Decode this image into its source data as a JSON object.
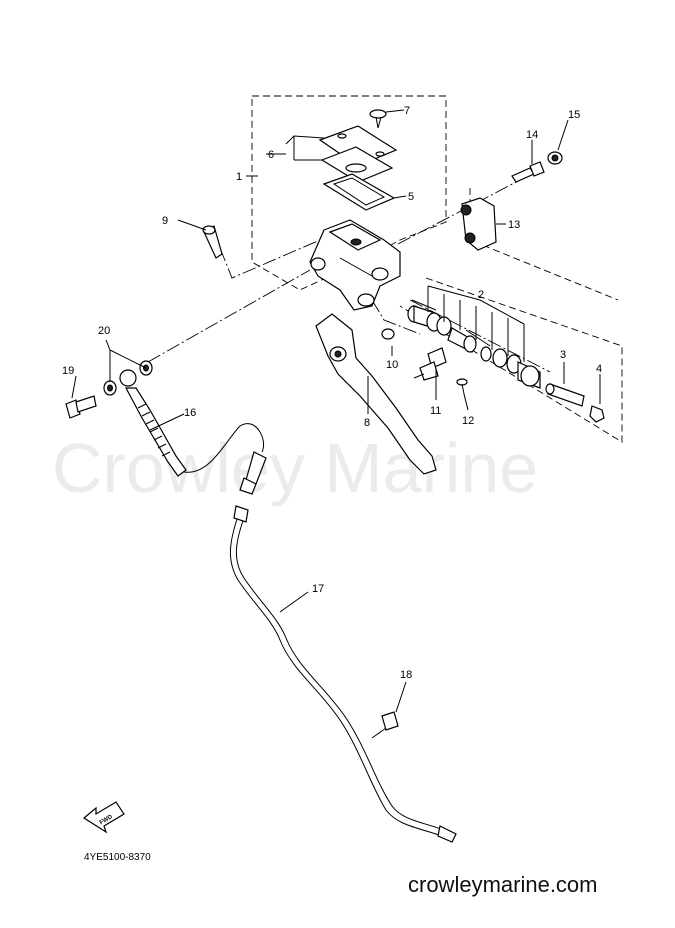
{
  "watermark": "Crowley Marine",
  "footer": {
    "website": "crowleymarine.com",
    "diagram_code": "4YE5100-8370"
  },
  "fwd_arrow": {
    "label": "FWD"
  },
  "callouts": [
    "1",
    "2",
    "3",
    "4",
    "5",
    "6",
    "7",
    "8",
    "9",
    "10",
    "11",
    "12",
    "13",
    "14",
    "15",
    "16",
    "17",
    "18",
    "19",
    "20"
  ]
}
